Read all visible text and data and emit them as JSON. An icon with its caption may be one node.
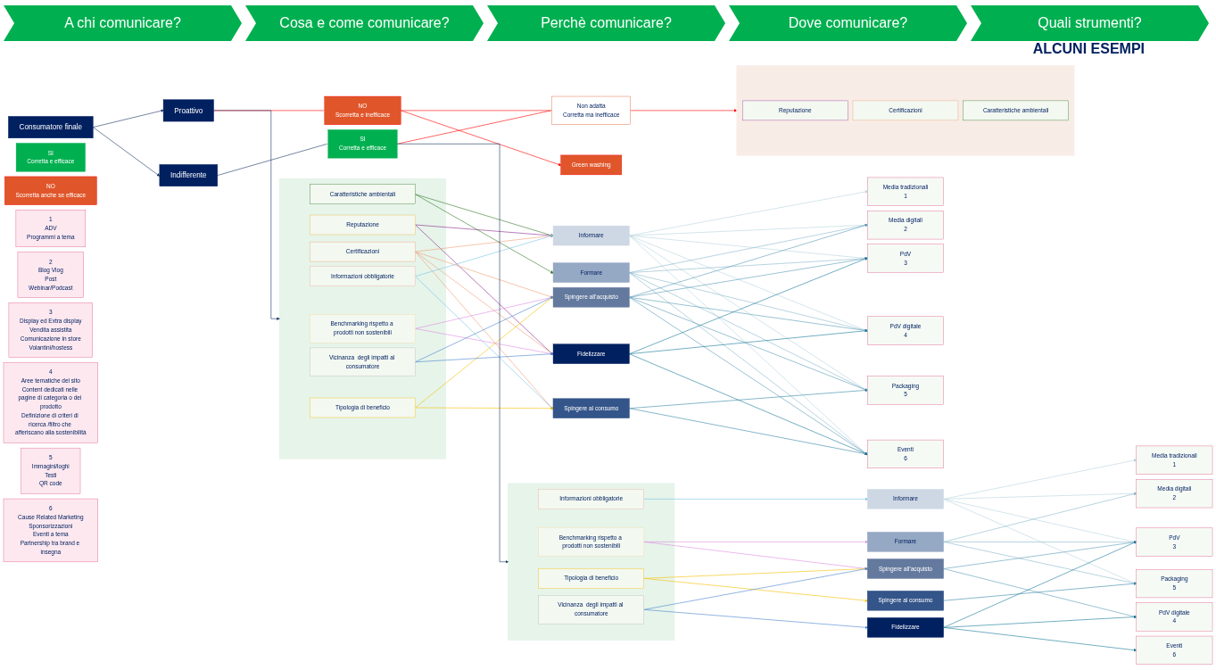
{
  "diagram": {
    "nodes": [
      {
        "text": [
          "Consumatore finale"
        ]
      },
      {
        "text": [
          "SI",
          "Corretta e efficace"
        ]
      },
      {
        "text": [
          "Proattivo"
        ]
      },
      {
        "text": [
          "NO",
          "Scorretta e inefficace"
        ]
      },
      {
        "text": [
          "Green washing"
        ]
      },
      {
        "text": [
          "NO",
          "Scorretta anche se efficace"
        ]
      },
      {
        "text": [
          "Non adatta",
          "Corretta ma inefficace"
        ]
      },
      {
        "text": [
          "Indifferente"
        ]
      },
      {
        "text": [
          "SI",
          "Corretta e efficace"
        ]
      },
      {
        "text": [],
        "shape": "box"
      },
      {
        "text": [
          "Reputazione"
        ],
        "in": 9
      },
      {
        "text": [
          "Certificazioni"
        ],
        "in": 9
      },
      {
        "text": [
          "Caratteristiche ambientali"
        ],
        "in": 9
      },
      {
        "text": [
          "Informazioni obbligatorie"
        ],
        "in": 9
      },
      {
        "text": [
          "Benchmarking rispetto a prodotti non sostenibili"
        ],
        "in": 9
      },
      {
        "text": [
          "Tipologia di beneficio"
        ],
        "in": 9
      },
      {
        "text": [
          "Vicinanza  degli impatti al consumatore"
        ],
        "in": 9
      },
      {
        "text": [
          "Informare"
        ]
      },
      {
        "text": [
          "Formare"
        ]
      },
      {
        "text": [
          "Spingere all’acquisto"
        ]
      },
      {
        "text": [
          "Spingere al consumo"
        ]
      },
      {
        "text": [
          "Fidelizzare"
        ]
      },
      {
        "text": [
          "Media tradizionali",
          "1"
        ]
      },
      {
        "text": [
          "Media digitali",
          "2"
        ]
      },
      {
        "text": [
          "PdV",
          "3"
        ]
      },
      {
        "text": [
          "PdV digitale",
          "4"
        ]
      },
      {
        "text": [
          "Packaging",
          "5"
        ]
      },
      {
        "text": [
          "Eventi",
          "6"
        ]
      },
      {
        "text": [],
        "shape": "box"
      },
      {
        "text": [
          "Reputazione"
        ],
        "in": 28
      },
      {
        "text": [
          "Certificazioni"
        ],
        "in": 28
      },
      {
        "text": [
          "Caratteristiche ambientali"
        ],
        "in": 28
      },
      {
        "text": [],
        "shape": "box"
      },
      {
        "text": [
          "Informazioni obbligatorie"
        ],
        "in": 32
      },
      {
        "text": [
          "Benchmarking rispetto a prodotti non sostenibili"
        ],
        "in": 32
      },
      {
        "text": [
          "Tipologia di beneficio"
        ],
        "in": 32
      },
      {
        "text": [
          "Vicinanza  degli impatti al consumatore"
        ],
        "in": 32
      },
      {
        "text": [
          "Informare"
        ]
      },
      {
        "text": [
          "Formare"
        ]
      },
      {
        "text": [
          "Spingere all’acquisto"
        ]
      },
      {
        "text": [
          "Spingere al consumo"
        ]
      },
      {
        "text": [
          "Fidelizzare"
        ]
      },
      {
        "text": [
          "Media tradizionali",
          "1"
        ]
      },
      {
        "text": [
          "Media digitali",
          "2"
        ]
      },
      {
        "text": [
          "PdV",
          "3"
        ]
      },
      {
        "text": [
          "PdV digitale",
          "4"
        ]
      },
      {
        "text": [
          "Packaging",
          "5"
        ]
      },
      {
        "text": [
          "Eventi",
          "6"
        ]
      },
      {
        "text": [
          "1",
          "ADV",
          "Programmi a tema"
        ]
      },
      {
        "text": [
          "2",
          "Blog Vlog",
          "Post",
          "Webinar/Podcast"
        ]
      },
      {
        "text": [
          "3",
          "Display ed Extra display",
          "Vendita assistita",
          "Comunicazione in store",
          "Volantini/hostess"
        ]
      },
      {
        "text": [
          "4",
          "Aree tematiche del sito",
          "Content dedicati nelle pagine di categoria o dei prodotto",
          "Definizione di criteri di ricerca /filtro che afferiscano alla sostenibilità"
        ]
      },
      {
        "text": [
          "5",
          "Immagini/loghi",
          "Testi",
          "QR code"
        ]
      },
      {
        "text": [
          "6",
          "Cause Related Marketing",
          "Sponsorizzazioni",
          "Eventi a tema",
          "Partnership tra brand e insegna"
        ]
      }
    ],
    "edges": [
      {
        "from": 0,
        "to": 2,
        "arrow": "to",
        "color": "#1f3864"
      },
      {
        "from": 0,
        "to": 7,
        "arrow": "to",
        "color": "#1f3864"
      },
      {
        "from": 2,
        "to": 9,
        "arrow": "to",
        "color": "#1f3864"
      },
      {
        "from": 2,
        "to": 3,
        "arrow": "none",
        "color": "#ff0000"
      },
      {
        "from": 3,
        "to": 4,
        "arrow": "to",
        "color": "#ff0000"
      },
      {
        "from": 3,
        "to": 6,
        "arrow": "none",
        "color": "#ff0000"
      },
      {
        "from": 7,
        "to": 8,
        "arrow": "none",
        "color": "#1f3864"
      },
      {
        "from": 8,
        "to": 6,
        "arrow": "none",
        "color": "#ff0000"
      },
      {
        "from": 6,
        "to": 28,
        "arrow": "to",
        "color": "#ff0000"
      },
      {
        "from": 8,
        "to": 32,
        "arrow": "to",
        "color": "#1f3864"
      },
      {
        "from": 10,
        "to": 17,
        "arrow": "to",
        "color": "#8b2a8e"
      },
      {
        "from": 10,
        "to": 21,
        "arrow": "to",
        "color": "#8b2a8e"
      },
      {
        "from": 11,
        "to": 17,
        "arrow": "to",
        "color": "#f0a07a"
      },
      {
        "from": 11,
        "to": 19,
        "arrow": "to",
        "color": "#f0a07a"
      },
      {
        "from": 11,
        "to": 20,
        "arrow": "to",
        "color": "#f0a07a"
      },
      {
        "from": 11,
        "to": 21,
        "arrow": "to",
        "color": "#f0a07a"
      },
      {
        "from": 12,
        "to": 17,
        "arrow": "to",
        "color": "#3a7d2c"
      },
      {
        "from": 12,
        "to": 18,
        "arrow": "to",
        "color": "#3a7d2c"
      },
      {
        "from": 13,
        "to": 17,
        "arrow": "to",
        "color": "#7cc4e8"
      },
      {
        "from": 13,
        "to": 20,
        "arrow": "to",
        "color": "#7cc4e8"
      },
      {
        "from": 14,
        "to": 19,
        "arrow": "to",
        "color": "#e08ee0"
      },
      {
        "from": 14,
        "to": 21,
        "arrow": "to",
        "color": "#e08ee0"
      },
      {
        "from": 15,
        "to": 19,
        "arrow": "to",
        "color": "#f5c000"
      },
      {
        "from": 15,
        "to": 20,
        "arrow": "to",
        "color": "#f5c000"
      },
      {
        "from": 16,
        "to": 19,
        "arrow": "to",
        "color": "#4a86d0"
      },
      {
        "from": 16,
        "to": 21,
        "arrow": "to",
        "color": "#4a86d0"
      },
      {
        "from": 17,
        "to": 22,
        "arrow": "to",
        "color": "#b8d4e0"
      },
      {
        "from": 17,
        "to": 23,
        "arrow": "to",
        "color": "#b8d4e0"
      },
      {
        "from": 17,
        "to": 24,
        "arrow": "to",
        "color": "#b8d4e0"
      },
      {
        "from": 17,
        "to": 25,
        "arrow": "to",
        "color": "#b8d4e0"
      },
      {
        "from": 17,
        "to": 26,
        "arrow": "to",
        "color": "#b8d4e0"
      },
      {
        "from": 17,
        "to": 27,
        "arrow": "to",
        "color": "#b8d4e0"
      },
      {
        "from": 18,
        "to": 23,
        "arrow": "to",
        "color": "#8ab8cc"
      },
      {
        "from": 18,
        "to": 24,
        "arrow": "to",
        "color": "#8ab8cc"
      },
      {
        "from": 18,
        "to": 25,
        "arrow": "to",
        "color": "#8ab8cc"
      },
      {
        "from": 18,
        "to": 26,
        "arrow": "to",
        "color": "#8ab8cc"
      },
      {
        "from": 18,
        "to": 27,
        "arrow": "to",
        "color": "#8ab8cc"
      },
      {
        "from": 19,
        "to": 23,
        "arrow": "to",
        "color": "#5a9cb8"
      },
      {
        "from": 19,
        "to": 24,
        "arrow": "to",
        "color": "#5a9cb8"
      },
      {
        "from": 19,
        "to": 25,
        "arrow": "to",
        "color": "#5a9cb8"
      },
      {
        "from": 19,
        "to": 26,
        "arrow": "to",
        "color": "#5a9cb8"
      },
      {
        "from": 19,
        "to": 27,
        "arrow": "to",
        "color": "#5a9cb8"
      },
      {
        "from": 20,
        "to": 26,
        "arrow": "to",
        "color": "#3a88a8"
      },
      {
        "from": 20,
        "to": 27,
        "arrow": "to",
        "color": "#3a88a8"
      },
      {
        "from": 21,
        "to": 24,
        "arrow": "to",
        "color": "#1a7a9a"
      },
      {
        "from": 21,
        "to": 25,
        "arrow": "to",
        "color": "#1a7a9a"
      },
      {
        "from": 21,
        "to": 27,
        "arrow": "to",
        "color": "#1a7a9a"
      },
      {
        "from": 33,
        "to": 37,
        "arrow": "to",
        "color": "#7cc4e8"
      },
      {
        "from": 34,
        "to": 38,
        "arrow": "to",
        "color": "#e08ee0"
      },
      {
        "from": 34,
        "to": 39,
        "arrow": "to",
        "color": "#e08ee0"
      },
      {
        "from": 35,
        "to": 39,
        "arrow": "to",
        "color": "#f5c000"
      },
      {
        "from": 35,
        "to": 40,
        "arrow": "to",
        "color": "#f5c000"
      },
      {
        "from": 36,
        "to": 39,
        "arrow": "to",
        "color": "#4a86d0"
      },
      {
        "from": 36,
        "to": 41,
        "arrow": "to",
        "color": "#4a86d0"
      },
      {
        "from": 37,
        "to": 42,
        "arrow": "to",
        "color": "#b8d4e0"
      },
      {
        "from": 37,
        "to": 43,
        "arrow": "to",
        "color": "#b8d4e0"
      },
      {
        "from": 37,
        "to": 44,
        "arrow": "to",
        "color": "#b8d4e0"
      },
      {
        "from": 37,
        "to": 46,
        "arrow": "to",
        "color": "#b8d4e0"
      },
      {
        "from": 38,
        "to": 43,
        "arrow": "to",
        "color": "#8ab8cc"
      },
      {
        "from": 38,
        "to": 44,
        "arrow": "to",
        "color": "#8ab8cc"
      },
      {
        "from": 38,
        "to": 46,
        "arrow": "to",
        "color": "#8ab8cc"
      },
      {
        "from": 39,
        "to": 44,
        "arrow": "to",
        "color": "#5a9cb8"
      },
      {
        "from": 39,
        "to": 45,
        "arrow": "to",
        "color": "#5a9cb8"
      },
      {
        "from": 40,
        "to": 46,
        "arrow": "to",
        "color": "#3a88a8"
      },
      {
        "from": 41,
        "to": 44,
        "arrow": "to",
        "color": "#1a7a9a"
      },
      {
        "from": 41,
        "to": 45,
        "arrow": "to",
        "color": "#1a7a9a"
      },
      {
        "from": 41,
        "to": 47,
        "arrow": "to",
        "color": "#1a7a9a"
      }
    ],
    "labels": [
      "A chi comunicare?",
      "Cosa e come comunicare?",
      "Perchè comunicare?",
      "Dove comunicare?",
      "Quali strumenti?",
      "ALCUNI ESEMPI"
    ]
  }
}
